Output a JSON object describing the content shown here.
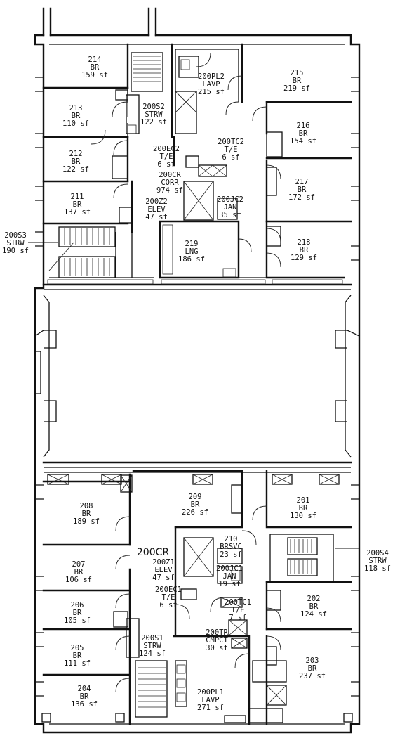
{
  "rooms": [
    {
      "id": "214",
      "l2": "BR",
      "l3": "159 sf"
    },
    {
      "id": "213",
      "l2": "BR",
      "l3": "110 sf"
    },
    {
      "id": "212",
      "l2": "BR",
      "l3": "122 sf"
    },
    {
      "id": "211",
      "l2": "BR",
      "l3": "137 sf"
    },
    {
      "id": "200S2",
      "l2": "STRW",
      "l3": "122 sf"
    },
    {
      "id": "200PL2",
      "l2": "LAVP",
      "l3": "215 sf"
    },
    {
      "id": "215",
      "l2": "BR",
      "l3": "219 sf"
    },
    {
      "id": "216",
      "l2": "BR",
      "l3": "154 sf"
    },
    {
      "id": "217",
      "l2": "BR",
      "l3": "172 sf"
    },
    {
      "id": "218",
      "l2": "BR",
      "l3": "129 sf"
    },
    {
      "id": "200EC2",
      "l2": "T/E",
      "l3": "6 sf"
    },
    {
      "id": "200TC2",
      "l2": "T/E",
      "l3": "6 sf"
    },
    {
      "id": "200CR",
      "l2": "CORR",
      "l3": "974 sf"
    },
    {
      "id": "200Z2",
      "l2": "ELEV",
      "l3": "47 sf"
    },
    {
      "id": "200JC2",
      "l2": "JAN",
      "l3": "35 sf"
    },
    {
      "id": "219",
      "l2": "LNG",
      "l3": "186 sf"
    },
    {
      "id": "200S3",
      "l2": "STRW",
      "l3": "190 sf"
    },
    {
      "id": "208",
      "l2": "BR",
      "l3": "189 sf"
    },
    {
      "id": "209",
      "l2": "BR",
      "l3": "226 sf"
    },
    {
      "id": "201",
      "l2": "BR",
      "l3": "130 sf"
    },
    {
      "id": "200S4",
      "l2": "STRW",
      "l3": "118 sf"
    },
    {
      "id": "210",
      "l2": "BRSVC",
      "l3": "23 sf"
    },
    {
      "id": "200Z1",
      "l2": "ELEV",
      "l3": "47 sf"
    },
    {
      "id": "200JC1",
      "l2": "JAN",
      "l3": "19 sf"
    },
    {
      "id": "207",
      "l2": "BR",
      "l3": "106 sf"
    },
    {
      "id": "200EC1",
      "l2": "T/E",
      "l3": "6 sf"
    },
    {
      "id": "200TC1",
      "l2": "T/E",
      "l3": "7 sf"
    },
    {
      "id": "206",
      "l2": "BR",
      "l3": "105 sf"
    },
    {
      "id": "202",
      "l2": "BR",
      "l3": "124 sf"
    },
    {
      "id": "200TR",
      "l2": "CMPCT",
      "l3": "30 sf"
    },
    {
      "id": "205",
      "l2": "BR",
      "l3": "111 sf"
    },
    {
      "id": "200S1",
      "l2": "STRW",
      "l3": "124 sf"
    },
    {
      "id": "203",
      "l2": "BR",
      "l3": "237 sf"
    },
    {
      "id": "204",
      "l2": "BR",
      "l3": "136 sf"
    },
    {
      "id": "200PL1",
      "l2": "LAVP",
      "l3": "271 sf"
    }
  ],
  "corridor_label": "200CR"
}
